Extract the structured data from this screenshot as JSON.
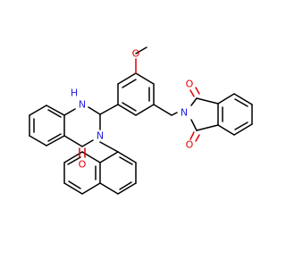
{
  "atoms": {
    "methoxy_o": "O",
    "imide_o_top": "O",
    "imide_o_bottom": "O",
    "imide_n": "N",
    "ring_n": "N",
    "amine_nh": "N",
    "amine_h": "H",
    "carbonyl_o": "O"
  },
  "colors": {
    "bond": "#000000",
    "oxygen": "#e00000",
    "nitrogen": "#2020e0",
    "background": "#ffffff"
  }
}
